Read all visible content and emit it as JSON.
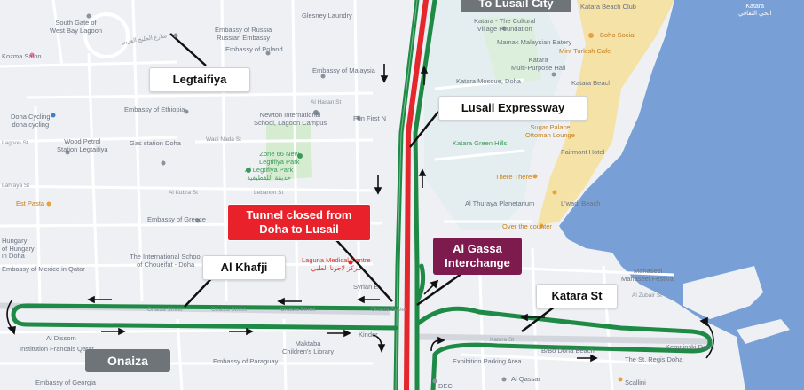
{
  "title": "To Lusail City",
  "labels": {
    "legtaifiya": "Legtaifiya",
    "lusail_expressway": "Lusail Expressway",
    "tunnel_line1": "Tunnel closed from",
    "tunnel_line2": "Doha to Lusail",
    "al_gassa_line1": "Al Gassa",
    "al_gassa_line2": "Interchange",
    "al_khafji": "Al Khafji",
    "katara_st": "Katara St",
    "onaiza": "Onaiza"
  },
  "pois": {
    "south_gate_1": "South Gate of",
    "south_gate_2": "West Bay Lagoon",
    "glesney_laundry": "Glesney Laundry",
    "embassy_russia_1": "Embassy of Russia",
    "embassy_russia_2": "Russian Embassy",
    "embassy_poland": "Embassy of Poland",
    "embassy_malaysia": "Embassy of Malaysia",
    "kozma_salon": "Kozma Salon",
    "embassy_ethiopia": "Embassy of Ethiopia",
    "newton_1": "Newton International",
    "newton_2": "School, Lagoon Campus",
    "fun_first": "Fun First N",
    "doha_cycling_1": "Doha Cycling",
    "doha_cycling_2": "doha cycling",
    "wood_petrol_1": "Wood Petrol",
    "wood_petrol_2": "Station Legtaifiya",
    "gas_station": "Gas station Doha",
    "zone_park_1": "Zone 66 New",
    "zone_park_2": "Legtifiya Park",
    "legtifiya_park": "Al Legtifiya Park",
    "legtifiya_park_ar": "حديقة اللقطيفية",
    "est_pasta": "Est Pasta",
    "embassy_greece": "Embassy of Greece",
    "hungary_1": "Hungary",
    "hungary_2": "of Hungary",
    "hungary_3": "in Doha",
    "embassy_mexico": "Embassy of Mexico in Qatar",
    "choueifat_1": "The International School",
    "choueifat_2": "of Choueifat - Doha",
    "laguna_1": "Laguna Medical Centre",
    "laguna_2": "مركز لاجونا الطبي",
    "syrian": "Syrian E",
    "kinder": "Kinder",
    "embassy_paraguay": "Embassy of Paraguay",
    "maktaba_1": "Maktaba",
    "maktaba_2": "Children's Library",
    "al_dissom": "Al Dissom",
    "institution_francais": "Institution Francais Qatar",
    "embassy_georgia": "Embassy of Georgia",
    "katara_cultural_1": "Katara - The Cultural",
    "katara_cultural_2": "Village Foundation",
    "katara_beach_club": "Katara Beach Club",
    "boho_social": "Boho Social",
    "mamak": "Mamak Malaysian Eatery",
    "mint_turkish": "Mint Turkish Cafe",
    "multipurpose_1": "Katara",
    "multipurpose_2": "Multi-Purpose Hall",
    "katara_mosque": "Katara Mosque, Doha",
    "katara_beach": "Katara Beach",
    "katara_green_hills": "Katara Green Hills",
    "sugar_palace_1": "Sugar Palace",
    "sugar_palace_2": "Ottoman Lounge",
    "fairmont_hotel": "Fairmont Hotel",
    "there_there": "There There",
    "thuraya": "Al Thuraya Planetarium",
    "over_the_counter": "Over the counter",
    "l_wadi": "L'wadi Beach",
    "mahaseel_1": "Mahaseel",
    "mahaseel_2": "Mahaseel Festival",
    "exhibition_parking": "Exhibition Parking Area",
    "bb_doha": "B/Bo Doha Beach",
    "st_regis": "The St. Regis Doha",
    "kempinski": "Kempinski Doha",
    "al_qassar": "Al Qassar",
    "dec": "DEC",
    "scallini": "Scallini",
    "corner_brand_1": "Katara",
    "corner_brand_2": "الحي الثقافي"
  },
  "streets": {
    "onaiza_street_1": "Onaiza Street",
    "onaiza_street_2": "Onaiza Street",
    "onaiza_street_3": "Onaiza Street",
    "onaiza_street_4": "Onaiza Street",
    "al_hasan_st": "Al Hasan St",
    "wadi_nada": "Wadi Nada St",
    "lebanon_st": "Lebanon St",
    "sharia_street": "شارع الخليج العربي",
    "lahfaya_st": "Lahfaya St",
    "lagoon_st": "Lagoon St",
    "al_kubra": "Al Kubra St",
    "katara_st_small": "Katara St",
    "al_zubair_st": "Al Zubair St"
  },
  "colors": {
    "road_green": "#1e8a46",
    "road_red": "#e4262d",
    "water": "#7aa2d8",
    "beach": "#f4e1a4",
    "park": "#cde8c8"
  }
}
